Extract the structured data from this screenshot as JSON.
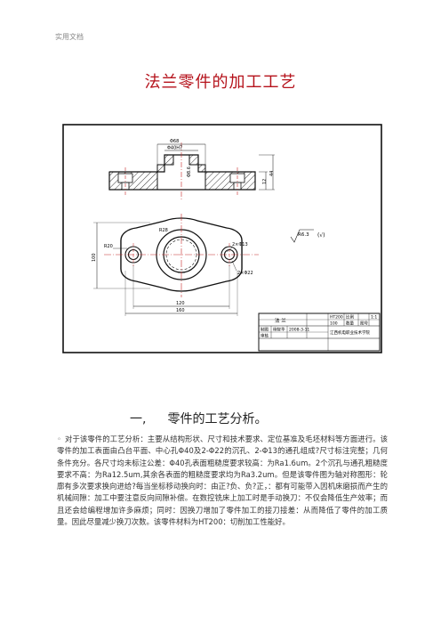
{
  "header": {
    "label": "实用文档"
  },
  "title": "法兰零件的加工工艺",
  "drawing": {
    "dim_top_1": "Φ68",
    "dim_top_2": "Φ40H7",
    "dim_right_1": "12",
    "dim_right_2": "44",
    "dim_bore": "Φ8.6",
    "dim_r_center": "R28",
    "dim_left_r": "R20",
    "dim_hole_1": "2×Φ13",
    "dim_hole_2": "2×Φ22",
    "dim_height": "100",
    "dim_width_1": "120",
    "dim_width_2": "160",
    "roughness_main": "R6.3",
    "roughness_paren": "(√)",
    "title_block": {
      "part_name": "法 兰",
      "material": "HT200",
      "scale_label": "比例",
      "scale_value": "1:1",
      "count_label": "数量",
      "count_value": "100",
      "sheet_label": "图号",
      "drawn_label": "制图",
      "checked_label": "审核",
      "designer": "杨智华",
      "date": "2008-3-11",
      "school": "江西机电职业技术学院"
    }
  },
  "section": {
    "number": "一,",
    "heading": "零件的工艺分析。"
  },
  "paragraph": "对于该零件的工艺分析：主要从结构形状、尺寸和技术要求、定位基准及毛坯材料等方面进行。该零件的加工表面由凸台平面、中心孔Φ40及2-Φ22的沉孔、2-Φ13的通孔组成?尺寸标注完整；几何条件充分。各尺寸均未标注公差：Φ40孔表面粗糙度要求较高：为Ra1.6um。2个沉孔与通孔粗糙度要求不高：为Ra12.5um,其余各表面的粗糙度要求均为Ra3.2um。但是该零件图为轴对称图形：轮廓有多次要求换向进给?每当坐标移动换向时：由正?负、负?正，：都有可能带入因机床磨损而产生的机械间隙：加工中要注意反向间隙补偿。在数控铣床上加工时是手动换刀：不仅会降低生产效率；而且还会给编程增加许多麻烦；同时：因换刀增加了零件加工的接刀接差：从而降低了零件的加工质量。因此尽量减少换刀次数。该零件材料为HT200：切削加工性能好。"
}
